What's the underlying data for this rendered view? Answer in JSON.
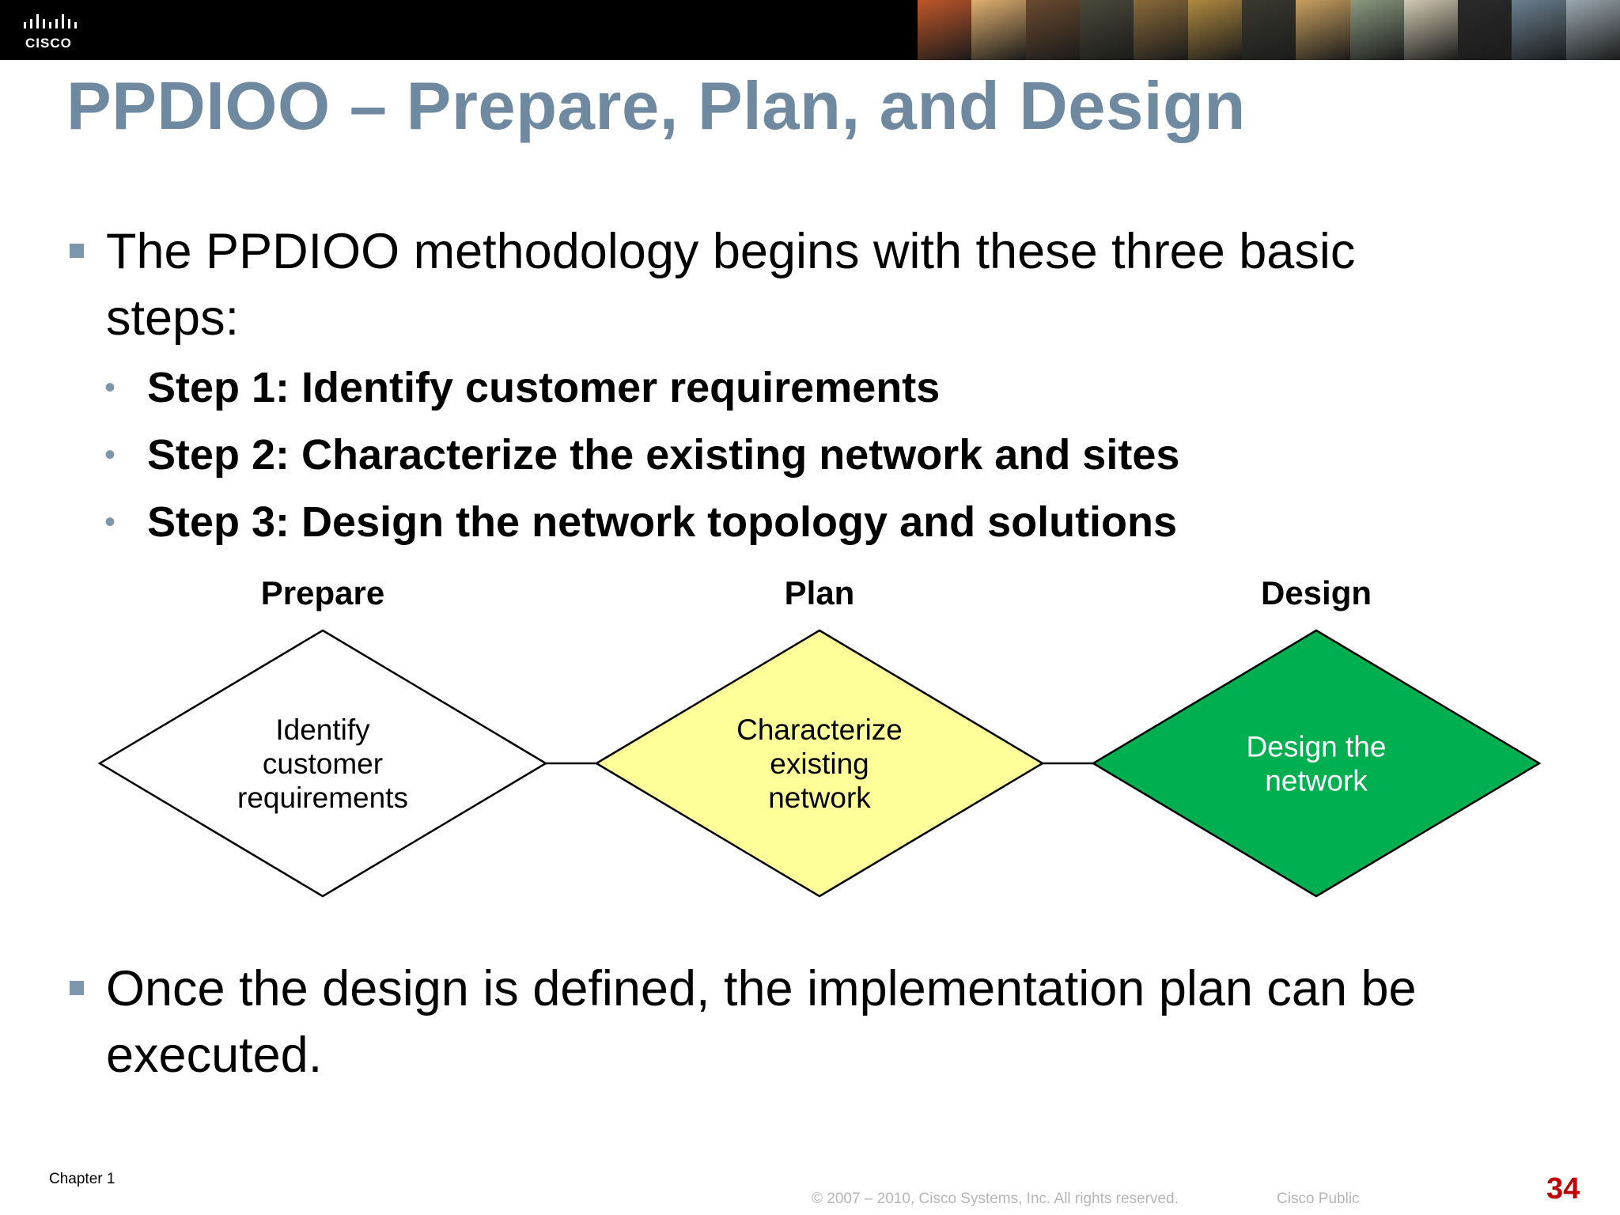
{
  "header": {
    "logo_text": "CISCO",
    "photo_colors": [
      "#c0572a",
      "#e0b070",
      "#6b4a30",
      "#4a4a3a",
      "#8a6a3a",
      "#b08a40",
      "#3a3a30",
      "#c8a060",
      "#8a9a80",
      "#d0c8b0",
      "#2a2a2a",
      "#6a8090",
      "#9aa8b0"
    ]
  },
  "slide": {
    "title": "PPDIOO – Prepare, Plan, and Design",
    "bullet1_line1": "The PPDIOO methodology begins with these three basic",
    "bullet1_line2": "steps:",
    "steps": [
      "Step 1: Identify customer requirements",
      "Step 2: Characterize the existing network and sites",
      "Step 3: Design the network topology and solutions"
    ],
    "bullet2_line1": "Once the design is defined, the implementation plan can be",
    "bullet2_line2": "executed."
  },
  "diagram": {
    "phases": [
      {
        "header": "Prepare",
        "lines": [
          "Identify",
          "customer",
          "requirements"
        ],
        "fill": "#ffffff",
        "text_color": "#000000"
      },
      {
        "header": "Plan",
        "lines": [
          "Characterize",
          "existing",
          "network"
        ],
        "fill": "#ffff99",
        "text_color": "#000000"
      },
      {
        "header": "Design",
        "lines": [
          "Design the",
          "network"
        ],
        "fill": "#00b050",
        "text_color": "#ffffff"
      }
    ]
  },
  "footer": {
    "chapter": "Chapter 1",
    "copyright": "© 2007 – 2010, Cisco Systems, Inc. All rights reserved.",
    "classification": "Cisco Public",
    "page_number": "34"
  }
}
